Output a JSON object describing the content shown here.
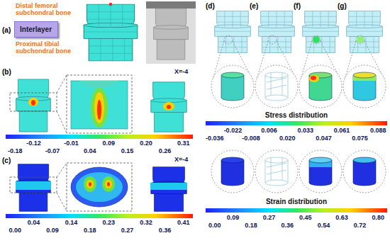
{
  "diagram": {
    "nodes": [
      {
        "text": [
          "Interlayer"
        ]
      }
    ],
    "labels": [
      "(a)",
      "Distal femoral subchondral bone",
      "Proximal tibial subchondral bone",
      "(b)",
      "X=-4",
      "-0.12",
      "-0.01",
      "0.09",
      "0.20",
      "0.31",
      "-0.18",
      "-0.07",
      "0.04",
      "0.15",
      "0.26",
      "(c)",
      "X=-4",
      "0.04",
      "0.14",
      "0.23",
      "0.32",
      "0.41",
      "0.00",
      "0.09",
      "0.18",
      "0.27",
      "0.36",
      "(d)",
      "(e)",
      "(f)",
      "(g)",
      "Stress distribution",
      "-0.022",
      "0.006",
      "0.033",
      "0.061",
      "0.088",
      "-0.036",
      "-0.008",
      "0.020",
      "0.047",
      "0.075",
      "Strain distribution",
      "0.09",
      "0.27",
      "0.45",
      "0.63",
      "0.80",
      "0.00",
      "0.18",
      "0.36",
      "0.54",
      "0.72"
    ]
  }
}
